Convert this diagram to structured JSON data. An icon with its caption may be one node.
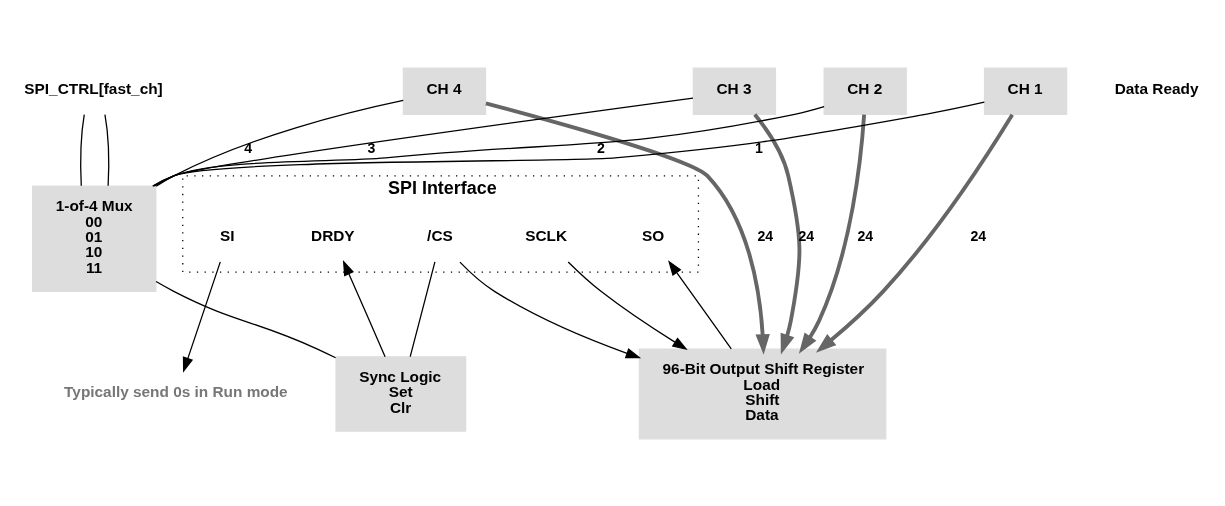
{
  "diagram": {
    "nodes": [
      {
        "text": [
          "CH 4"
        ]
      },
      {
        "text": [
          "CH 3"
        ]
      },
      {
        "text": [
          "CH 2"
        ]
      },
      {
        "text": [
          "CH 1"
        ]
      },
      {
        "text": [
          "1-of-4 Mux",
          "00",
          "01",
          "10",
          "11"
        ]
      },
      {
        "text": [
          "Sync Logic",
          "Set",
          "Clr"
        ]
      },
      {
        "text": [
          "SPI Interface"
        ]
      },
      {
        "text": [
          "DRDY"
        ],
        "in": 6
      },
      {
        "text": [
          "/CS"
        ],
        "in": 6
      },
      {
        "text": [
          "SCLK"
        ],
        "in": 6
      },
      {
        "text": [
          "SO"
        ],
        "in": 6
      },
      {
        "text": [
          "SI"
        ],
        "in": 6
      },
      {
        "text": [
          "96-Bit Output Shift Register",
          "Load",
          "Shift",
          "Data"
        ]
      },
      {
        "text": [
          "Typically send 0s in Run mode"
        ]
      },
      {
        "text": [
          "SPI_CTRL[fast_ch]"
        ]
      }
    ],
    "edges": [
      {
        "from": 3,
        "to": 4,
        "arrow": "none",
        "label": "1"
      },
      {
        "from": 2,
        "to": 4,
        "arrow": "none",
        "label": "2"
      },
      {
        "from": 1,
        "to": 4,
        "arrow": "none",
        "label": "3"
      },
      {
        "from": 0,
        "to": 4,
        "arrow": "none",
        "label": "4"
      },
      {
        "from": 0,
        "to": 12,
        "arrow": "to",
        "label": "24",
        "style": "thick",
        "color": "#666666"
      },
      {
        "from": 1,
        "to": 12,
        "arrow": "to",
        "label": "24",
        "style": "thick",
        "color": "#666666"
      },
      {
        "from": 2,
        "to": 12,
        "arrow": "to",
        "label": "24",
        "style": "thick",
        "color": "#666666"
      },
      {
        "from": 3,
        "to": 12,
        "arrow": "to",
        "label": "24",
        "style": "thick",
        "color": "#666666"
      },
      {
        "from": 4,
        "to": 5,
        "arrow": "none"
      },
      {
        "from": 5,
        "to": 7,
        "arrow": "to"
      },
      {
        "from": 8,
        "to": 12,
        "arrow": "to"
      },
      {
        "from": 8,
        "to": 5,
        "arrow": "none"
      },
      {
        "from": 9,
        "to": 12,
        "arrow": "to"
      },
      {
        "from": 12,
        "to": 10,
        "arrow": "to"
      },
      {
        "from": 11,
        "to": 13,
        "arrow": "to"
      },
      {
        "from": 14,
        "to": 4,
        "arrow": "none"
      },
      {
        "from": 14,
        "to": 4,
        "arrow": "none"
      }
    ],
    "labels": [
      "Data Ready"
    ]
  }
}
